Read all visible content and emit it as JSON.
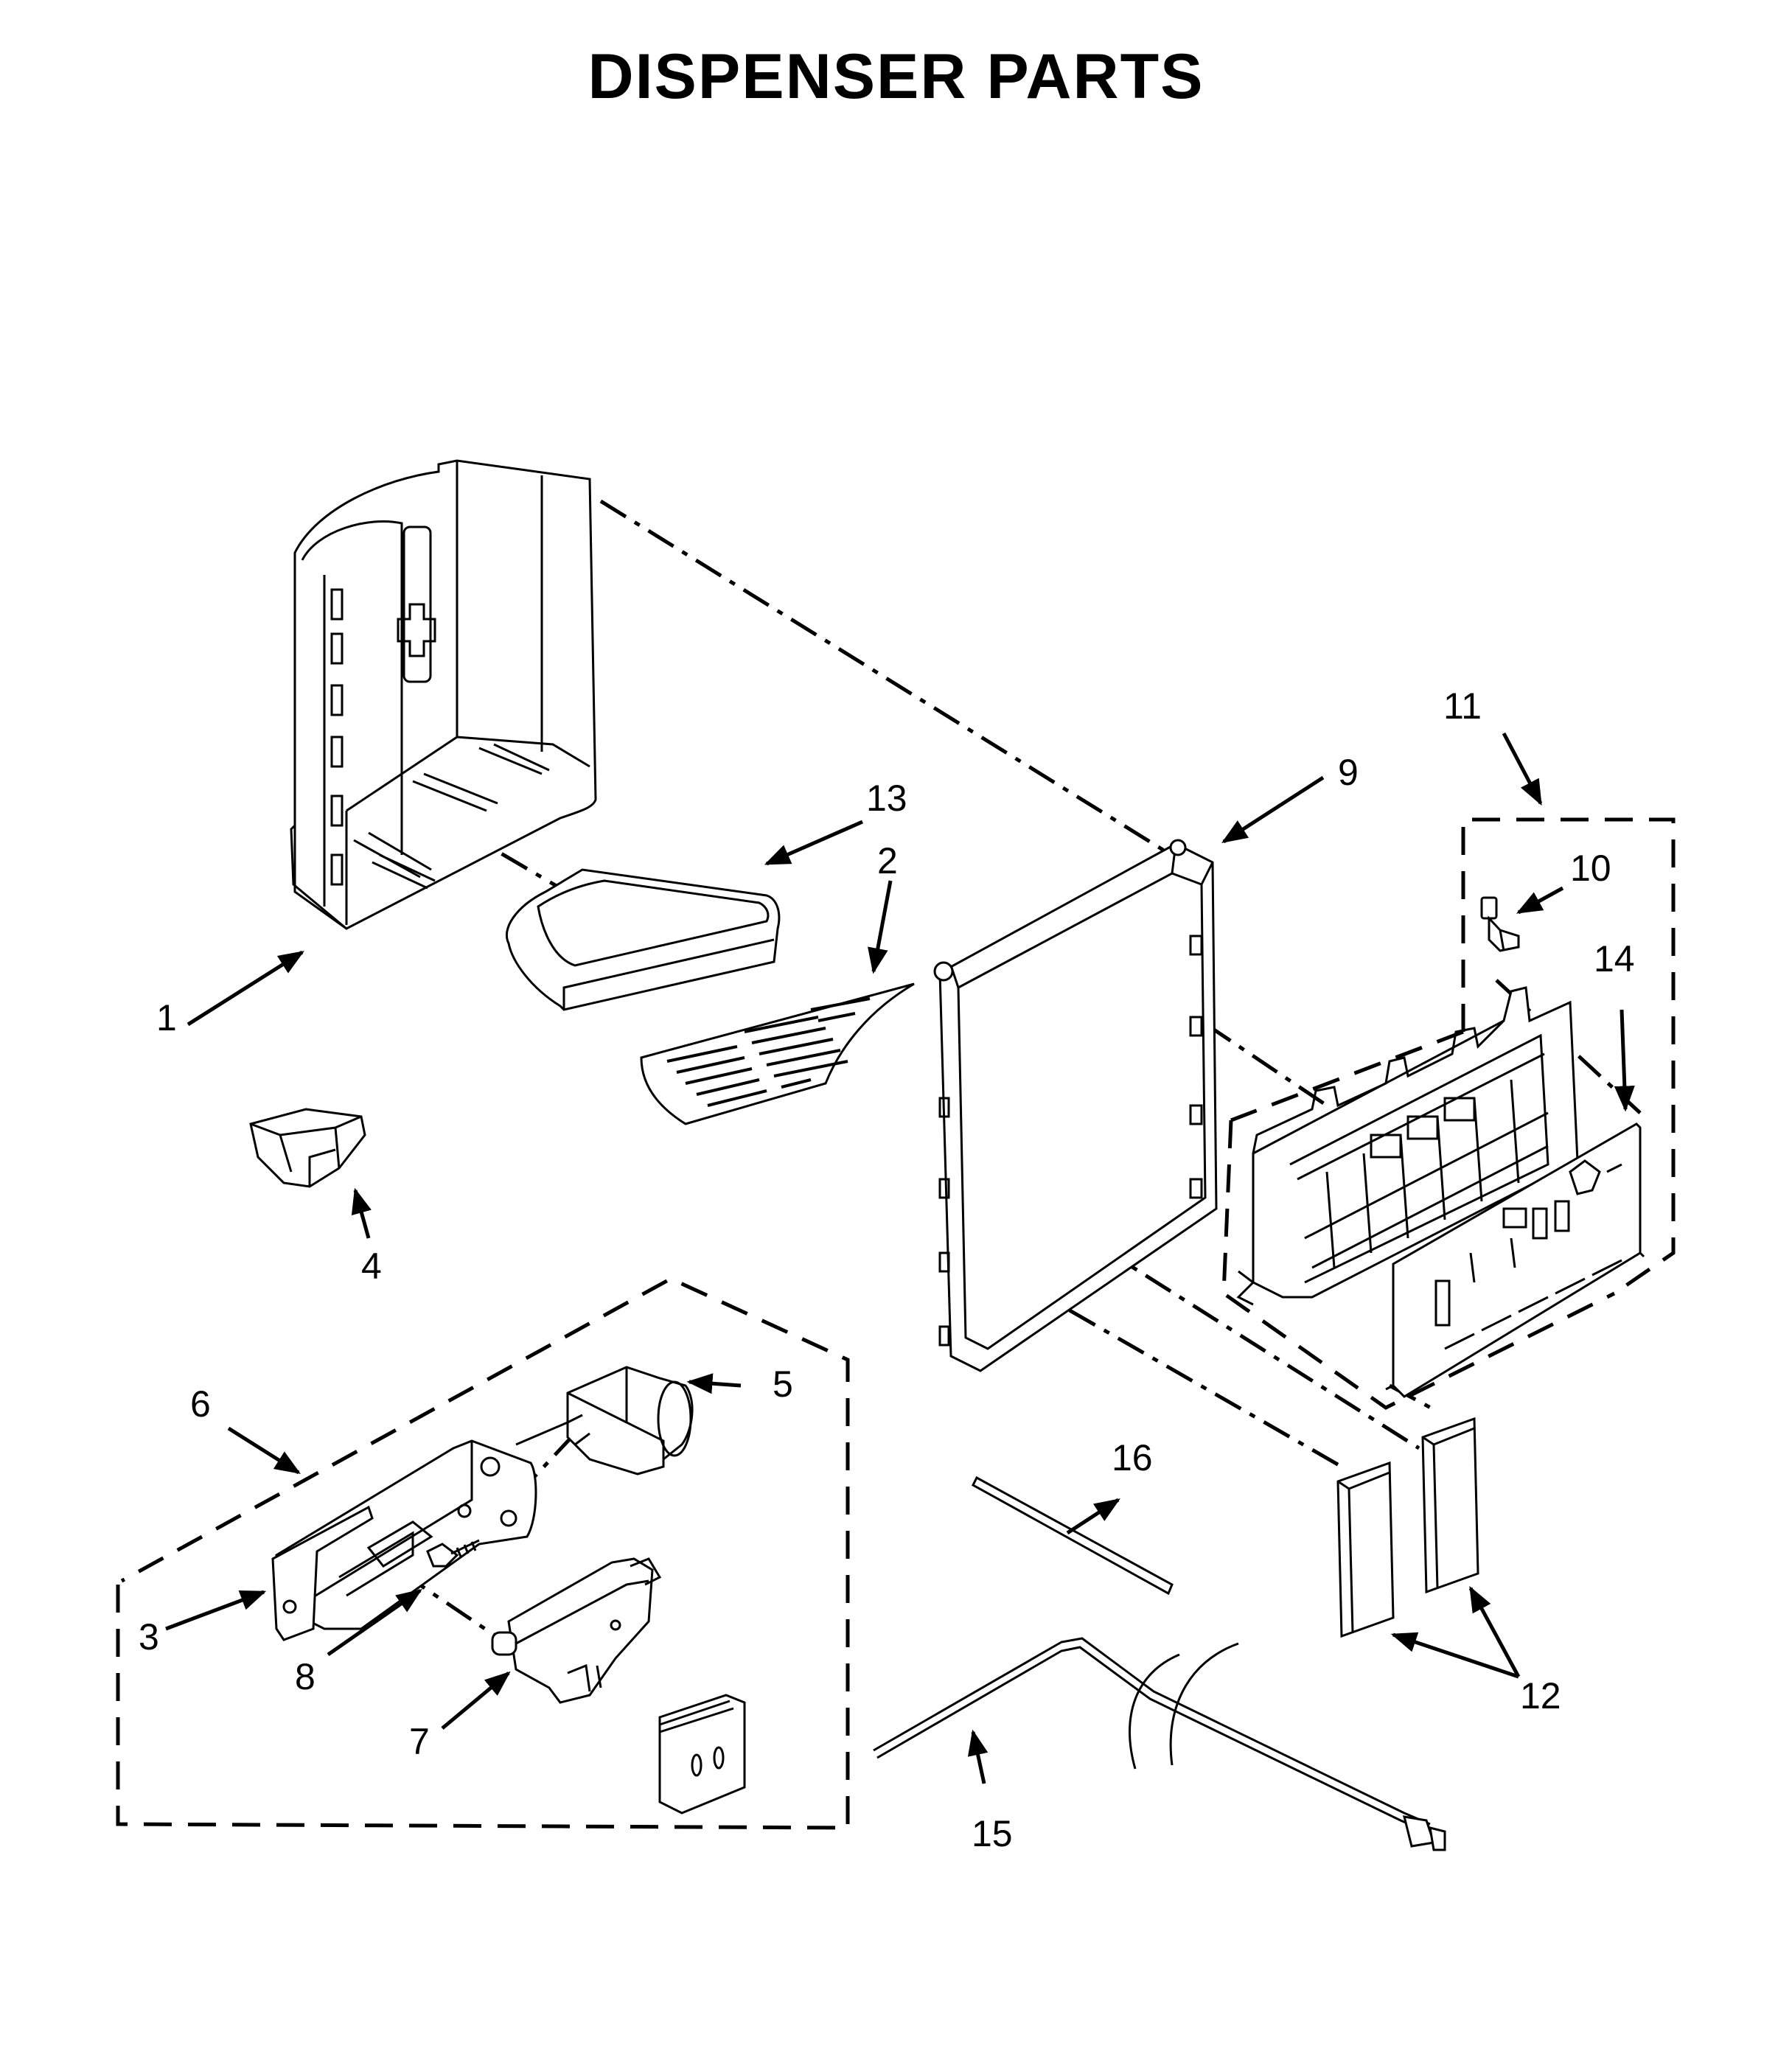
{
  "title": "DISPENSER PARTS",
  "callouts": {
    "p1": "1",
    "p2": "2",
    "p3": "3",
    "p4": "4",
    "p5": "5",
    "p6": "6",
    "p7": "7",
    "p8": "8",
    "p9": "9",
    "p10": "10",
    "p11": "11",
    "p12": "12",
    "p13": "13",
    "p14": "14",
    "p15": "15",
    "p16": "16"
  }
}
